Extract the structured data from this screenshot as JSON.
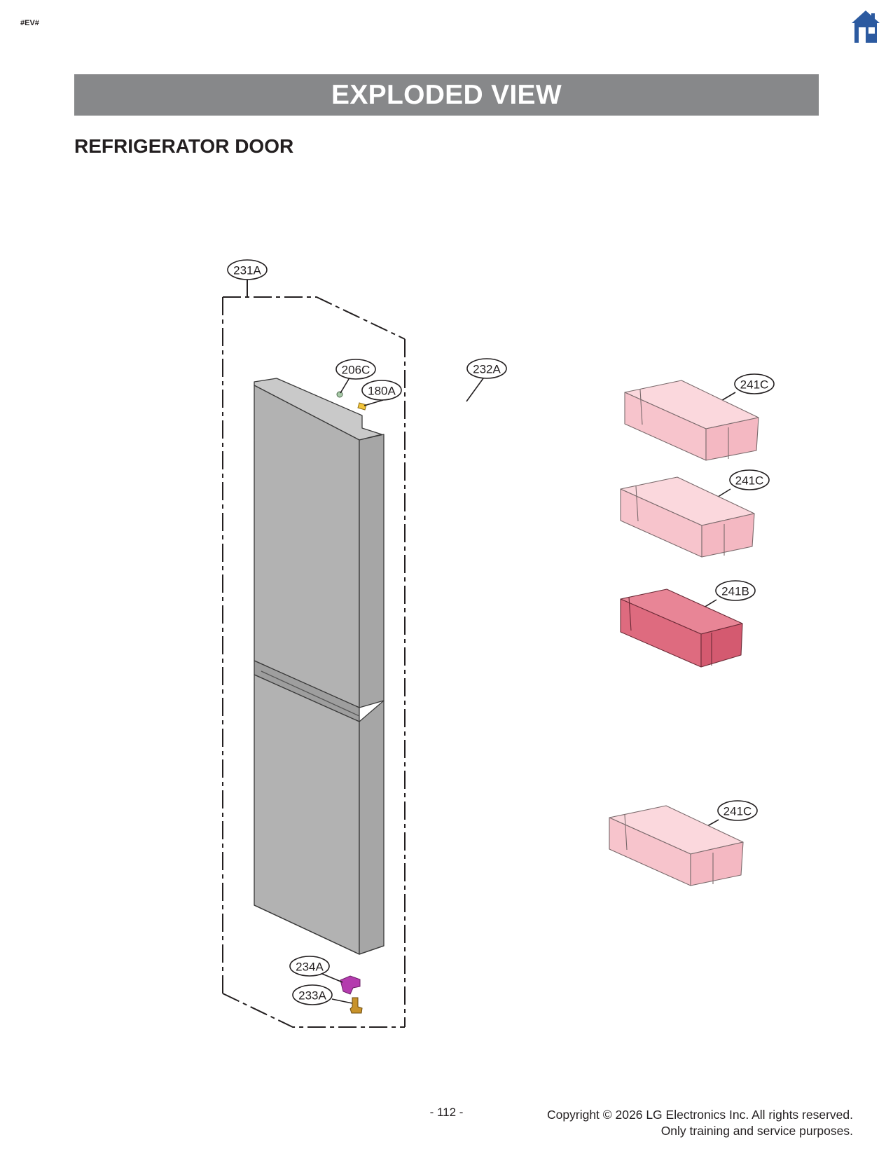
{
  "page": {
    "tag": "#EV#",
    "banner_title": "EXPLODED VIEW",
    "section_title": "REFRIGERATOR DOOR",
    "page_number": "- 112 -",
    "copyright_line1": "Copyright © 2026 LG Electronics Inc. All rights reserved.",
    "copyright_line2": "Only training and service purposes."
  },
  "icons": {
    "home": "home-icon"
  },
  "callouts": {
    "c231A": "231A",
    "c206C": "206C",
    "c180A": "180A",
    "c232A": "232A",
    "c241C_1": "241C",
    "c241C_2": "241C",
    "c241B": "241B",
    "c241C_3": "241C",
    "c234A": "234A",
    "c233A": "233A"
  },
  "colors": {
    "banner": "#87888a",
    "door": "#b2b2b2",
    "bin_light": "#f7c4cc",
    "bin_dark": "#de6b7f",
    "part_234A": "#b43cae",
    "part_233A": "#c8922a",
    "home_icon": "#2c5aa0"
  }
}
